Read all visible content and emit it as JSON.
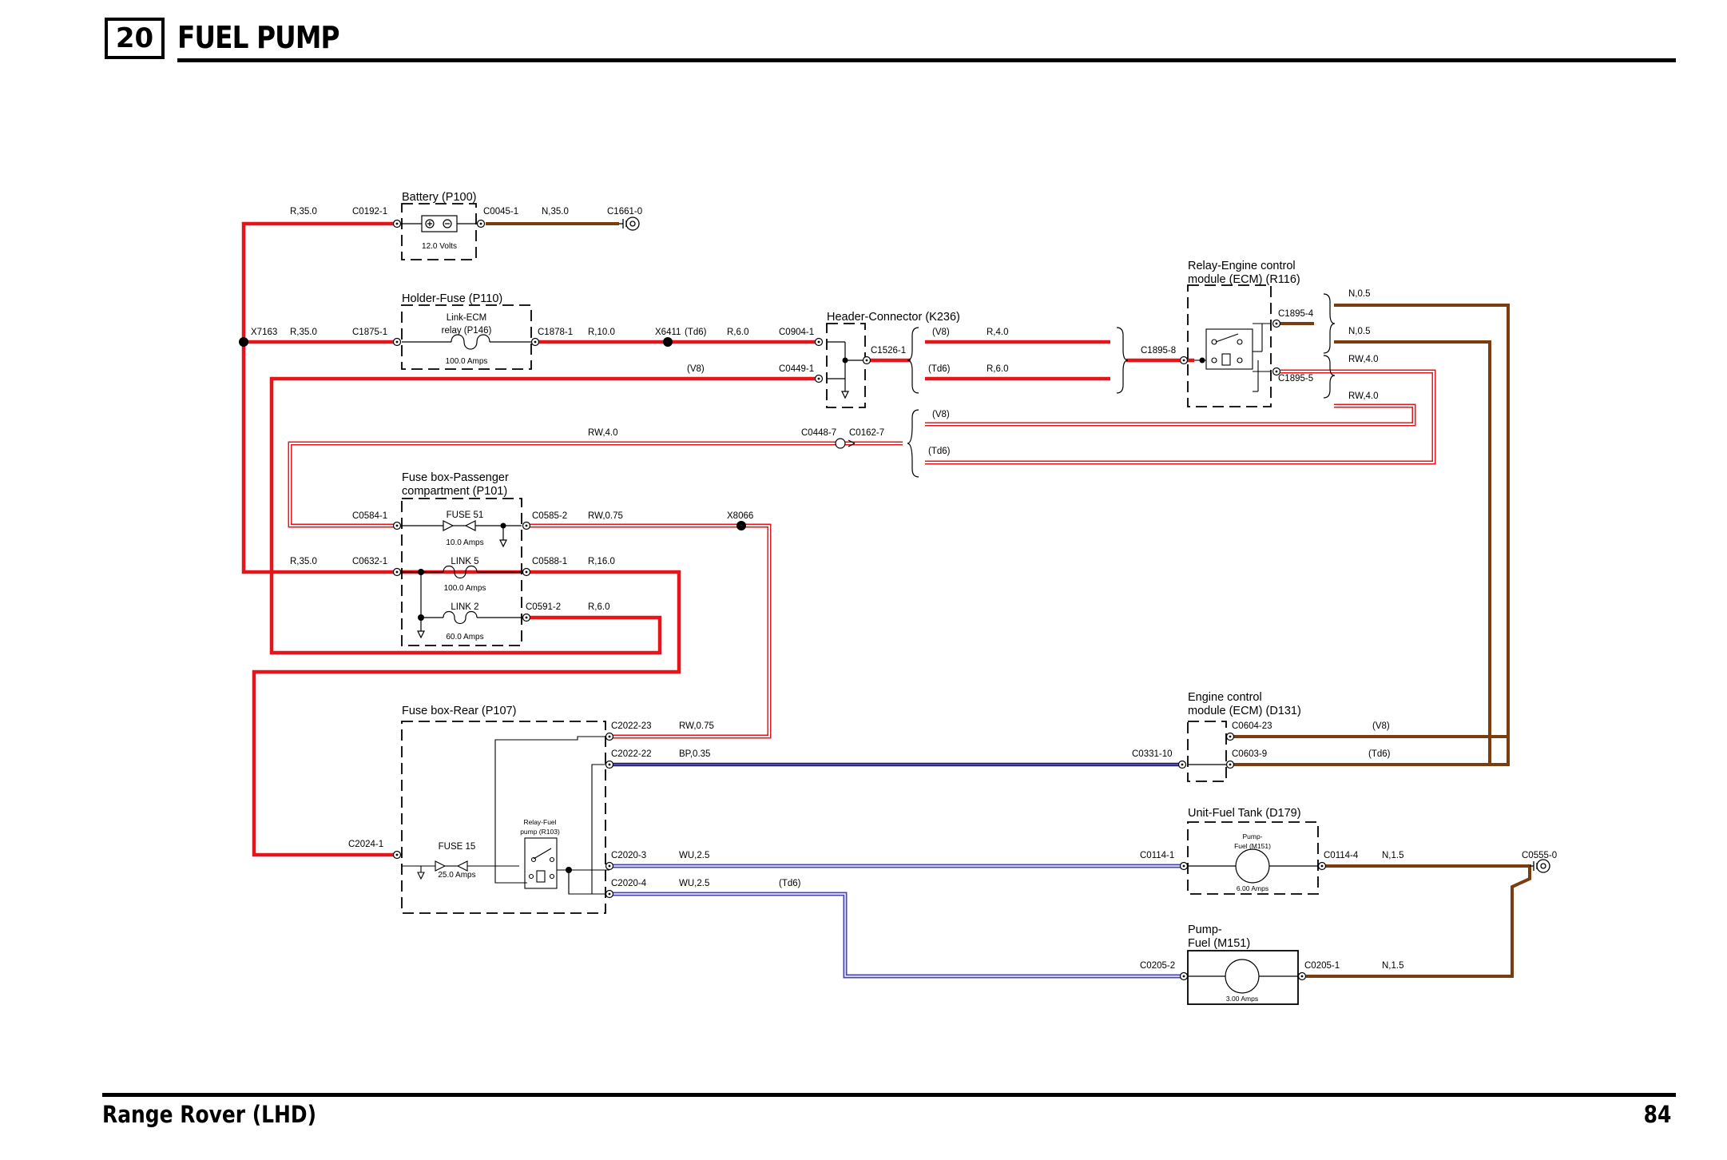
{
  "header": {
    "section_number": "20",
    "title": "FUEL PUMP"
  },
  "footer": {
    "vehicle": "Range Rover (LHD)",
    "page_number": "84"
  },
  "colors": {
    "red": "#e8141a",
    "brown": "#7a3d10",
    "blue_white": "#5a57c8",
    "navy": "#1f1a5c",
    "red_white": "#e8141a"
  },
  "components": {
    "battery": {
      "title": "Battery (P100)",
      "rating": "12.0 Volts"
    },
    "holder_fuse": {
      "title": "Holder-Fuse (P110)",
      "link_line1": "Link-ECM",
      "link_line2": "relay (P146)",
      "rating": "100.0 Amps"
    },
    "header_connector": {
      "title": "Header-Connector (K236)"
    },
    "relay_ecm": {
      "title_line1": "Relay-Engine control",
      "title_line2": "module (ECM) (R116)"
    },
    "fusebox_pass": {
      "title_line1": "Fuse box-Passenger",
      "title_line2": "compartment (P101)",
      "fuse51": "FUSE 51",
      "fuse51_rating": "10.0 Amps",
      "link5": "LINK 5",
      "link5_rating": "100.0 Amps",
      "link2": "LINK 2",
      "link2_rating": "60.0 Amps"
    },
    "fusebox_rear": {
      "title": "Fuse box-Rear (P107)",
      "relay_line1": "Relay-Fuel",
      "relay_line2": "pump (R103)",
      "fuse15": "FUSE 15",
      "fuse15_rating": "25.0 Amps"
    },
    "ecm": {
      "title_line1": "Engine control",
      "title_line2": "module (ECM) (D131)"
    },
    "fuel_tank": {
      "title": "Unit-Fuel Tank (D179)",
      "pump_line1": "Pump-",
      "pump_line2": "Fuel (M151)",
      "rating": "6.00 Amps"
    },
    "pump_fuel": {
      "title_line1": "Pump-",
      "title_line2": "Fuel (M151)",
      "rating": "3.00 Amps"
    }
  },
  "connectors": {
    "c0192_1": "C0192-1",
    "c0045_1": "C0045-1",
    "c1661_0": "C1661-0",
    "x7163": "X7163",
    "c1875_1": "C1875-1",
    "c1878_1": "C1878-1",
    "x6411": "X6411",
    "c0904_1": "C0904-1",
    "c0449_1": "C0449-1",
    "c1526_1": "C1526-1",
    "c1895_8": "C1895-8",
    "c1895_4": "C1895-4",
    "c1895_5": "C1895-5",
    "c0448_7": "C0448-7",
    "c0162_7": "C0162-7",
    "c0584_1": "C0584-1",
    "c0585_2": "C0585-2",
    "x8066": "X8066",
    "c0632_1": "C0632-1",
    "c0588_1": "C0588-1",
    "c0591_2": "C0591-2",
    "c2022_23": "C2022-23",
    "c2022_22": "C2022-22",
    "c2024_1": "C2024-1",
    "c2020_3": "C2020-3",
    "c2020_4": "C2020-4",
    "c0331_10": "C0331-10",
    "c0604_23": "C0604-23",
    "c0603_9": "C0603-9",
    "c0114_1": "C0114-1",
    "c0114_4": "C0114-4",
    "c0555_0": "C0555-0",
    "c0205_2": "C0205-2",
    "c0205_1": "C0205-1"
  },
  "wires": {
    "r35": "R,35.0",
    "n35": "N,35.0",
    "r10": "R,10.0",
    "r6": "R,6.0",
    "r4": "R,4.0",
    "rw4": "RW,4.0",
    "rw075": "RW,0.75",
    "r16": "R,16.0",
    "bp035": "BP,0.35",
    "wu25": "WU,2.5",
    "n05": "N,0.5",
    "n15": "N,1.5"
  },
  "variants": {
    "v8": "(V8)",
    "td6": "(Td6)"
  }
}
